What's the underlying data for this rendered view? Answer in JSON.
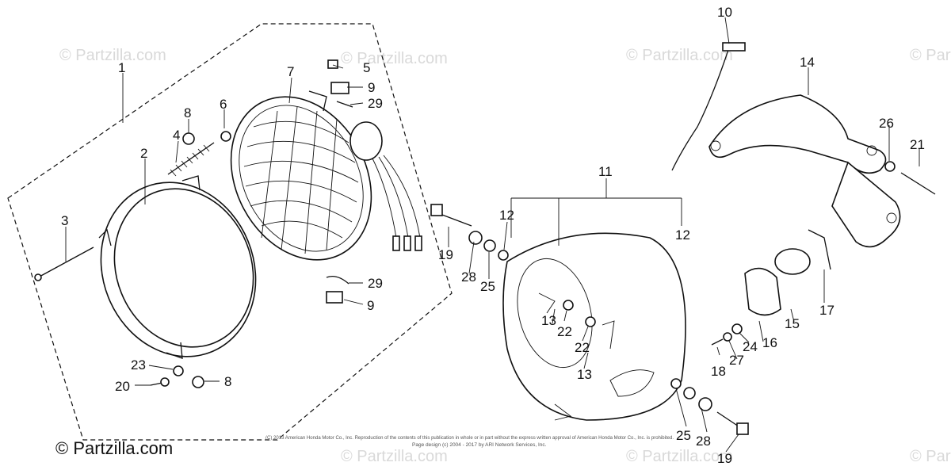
{
  "watermark_text": "© Partzilla.com",
  "brand_text": "© Partzilla.com",
  "copyright_line1": "(C) 2013 American Honda Motor Co., Inc. Reproduction of the contents of this publication in whole or in part without the express written approval of American Honda Motor Co., Inc. is prohibited.",
  "copyright_line2": "Page design (c) 2004 - 2017 by ARI Network Services, Inc.",
  "callouts": {
    "c1": "1",
    "c2": "2",
    "c3": "3",
    "c4": "4",
    "c5": "5",
    "c6": "6",
    "c7": "7",
    "c8a": "8",
    "c8b": "8",
    "c9a": "9",
    "c9b": "9",
    "c10": "10",
    "c11": "11",
    "c12a": "12",
    "c12b": "12",
    "c13a": "13",
    "c13b": "13",
    "c14": "14",
    "c15": "15",
    "c16": "16",
    "c17": "17",
    "c18": "18",
    "c19a": "19",
    "c19b": "19",
    "c20": "20",
    "c21": "21",
    "c22a": "22",
    "c22b": "22",
    "c23": "23",
    "c24": "24",
    "c25a": "25",
    "c25b": "25",
    "c26": "26",
    "c27": "27",
    "c28a": "28",
    "c28b": "28",
    "c29a": "29",
    "c29b": "29"
  }
}
